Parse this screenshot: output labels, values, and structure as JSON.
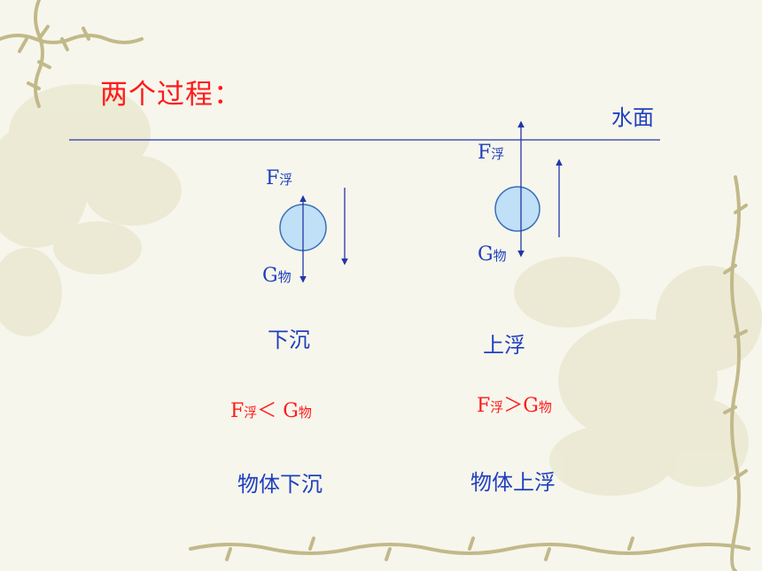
{
  "title": "两个过程：",
  "surface_label": "水面",
  "sink": {
    "buoyancy": {
      "symbol": "F",
      "sub": "浮"
    },
    "gravity": {
      "symbol": "G",
      "sub": "物"
    },
    "label": "下沉",
    "relation": {
      "left": "F",
      "left_sub": "浮",
      "op": "＜ ",
      "right": "G",
      "right_sub": "物"
    },
    "conclusion": "物体下沉"
  },
  "float": {
    "buoyancy": {
      "symbol": "F",
      "sub": "浮"
    },
    "gravity": {
      "symbol": "G",
      "sub": "物"
    },
    "label": "上浮",
    "relation": {
      "left": "F",
      "left_sub": "浮",
      "op": "＞",
      "right": "G",
      "right_sub": "物"
    },
    "conclusion": "物体上浮"
  },
  "colors": {
    "title": "#ff1a1a",
    "text": "#1f3fbf",
    "line": "#2236a8",
    "ball_fill": "#bfe0f6",
    "ball_stroke": "#3a6fb8",
    "decor_vine": "#bdb486",
    "decor_flower": "#e6e4c6"
  }
}
